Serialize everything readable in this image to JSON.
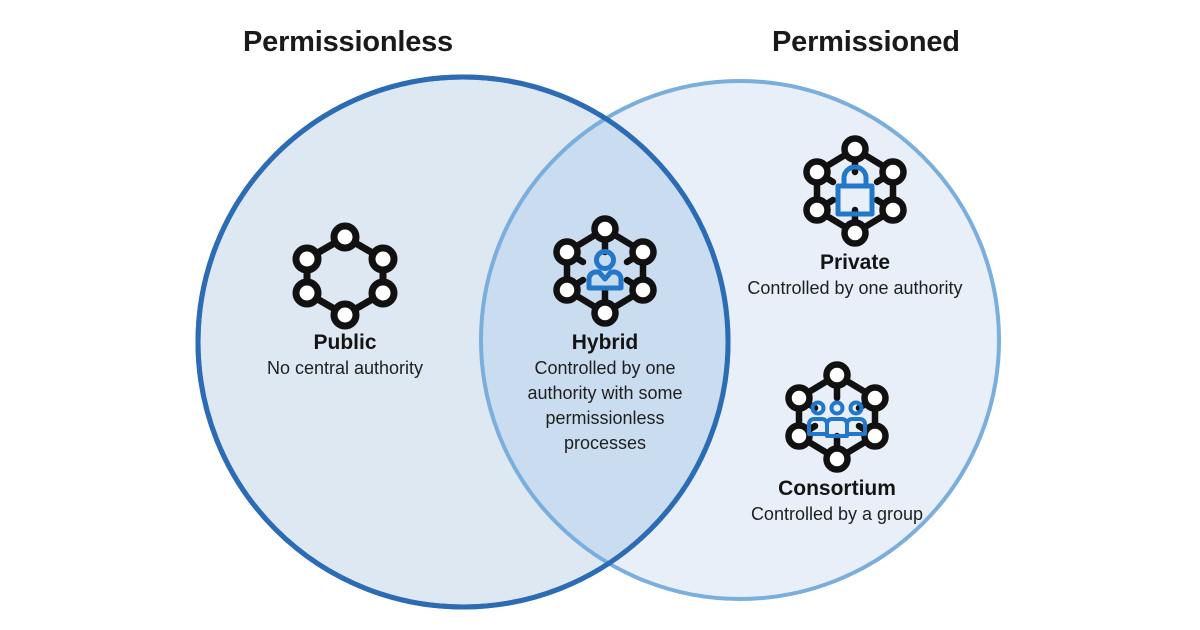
{
  "diagram": {
    "type": "venn",
    "title_left": "Permissionless",
    "title_right": "Permissioned",
    "colors": {
      "left_circle_fill": "#dde7f3",
      "left_circle_stroke": "#2b6cb5",
      "right_circle_fill": "#e8eff9",
      "right_circle_stroke": "#7aaedd",
      "overlap_fill": "#cadcef",
      "icon_outline": "#111111",
      "icon_accent": "#2277c8",
      "text": "#141414",
      "background": "#ffffff"
    }
  },
  "labels": {
    "left": "Permissionless",
    "right": "Permissioned"
  },
  "groups": [
    {
      "key": "public",
      "icon": "hexagon-ring-icon",
      "title": "Public",
      "description": "No central authority",
      "region": "permissionless-only"
    },
    {
      "key": "hybrid",
      "icon": "hexagon-network-person-icon",
      "title": "Hybrid",
      "description": "Controlled by one authority with some permissionless processes",
      "region": "overlap"
    },
    {
      "key": "private",
      "icon": "hexagon-network-lock-icon",
      "title": "Private",
      "description": "Controlled by one authority",
      "region": "permissioned-only"
    },
    {
      "key": "consortium",
      "icon": "hexagon-network-group-icon",
      "title": "Consortium",
      "description": "Controlled by a group",
      "region": "permissioned-only"
    }
  ]
}
